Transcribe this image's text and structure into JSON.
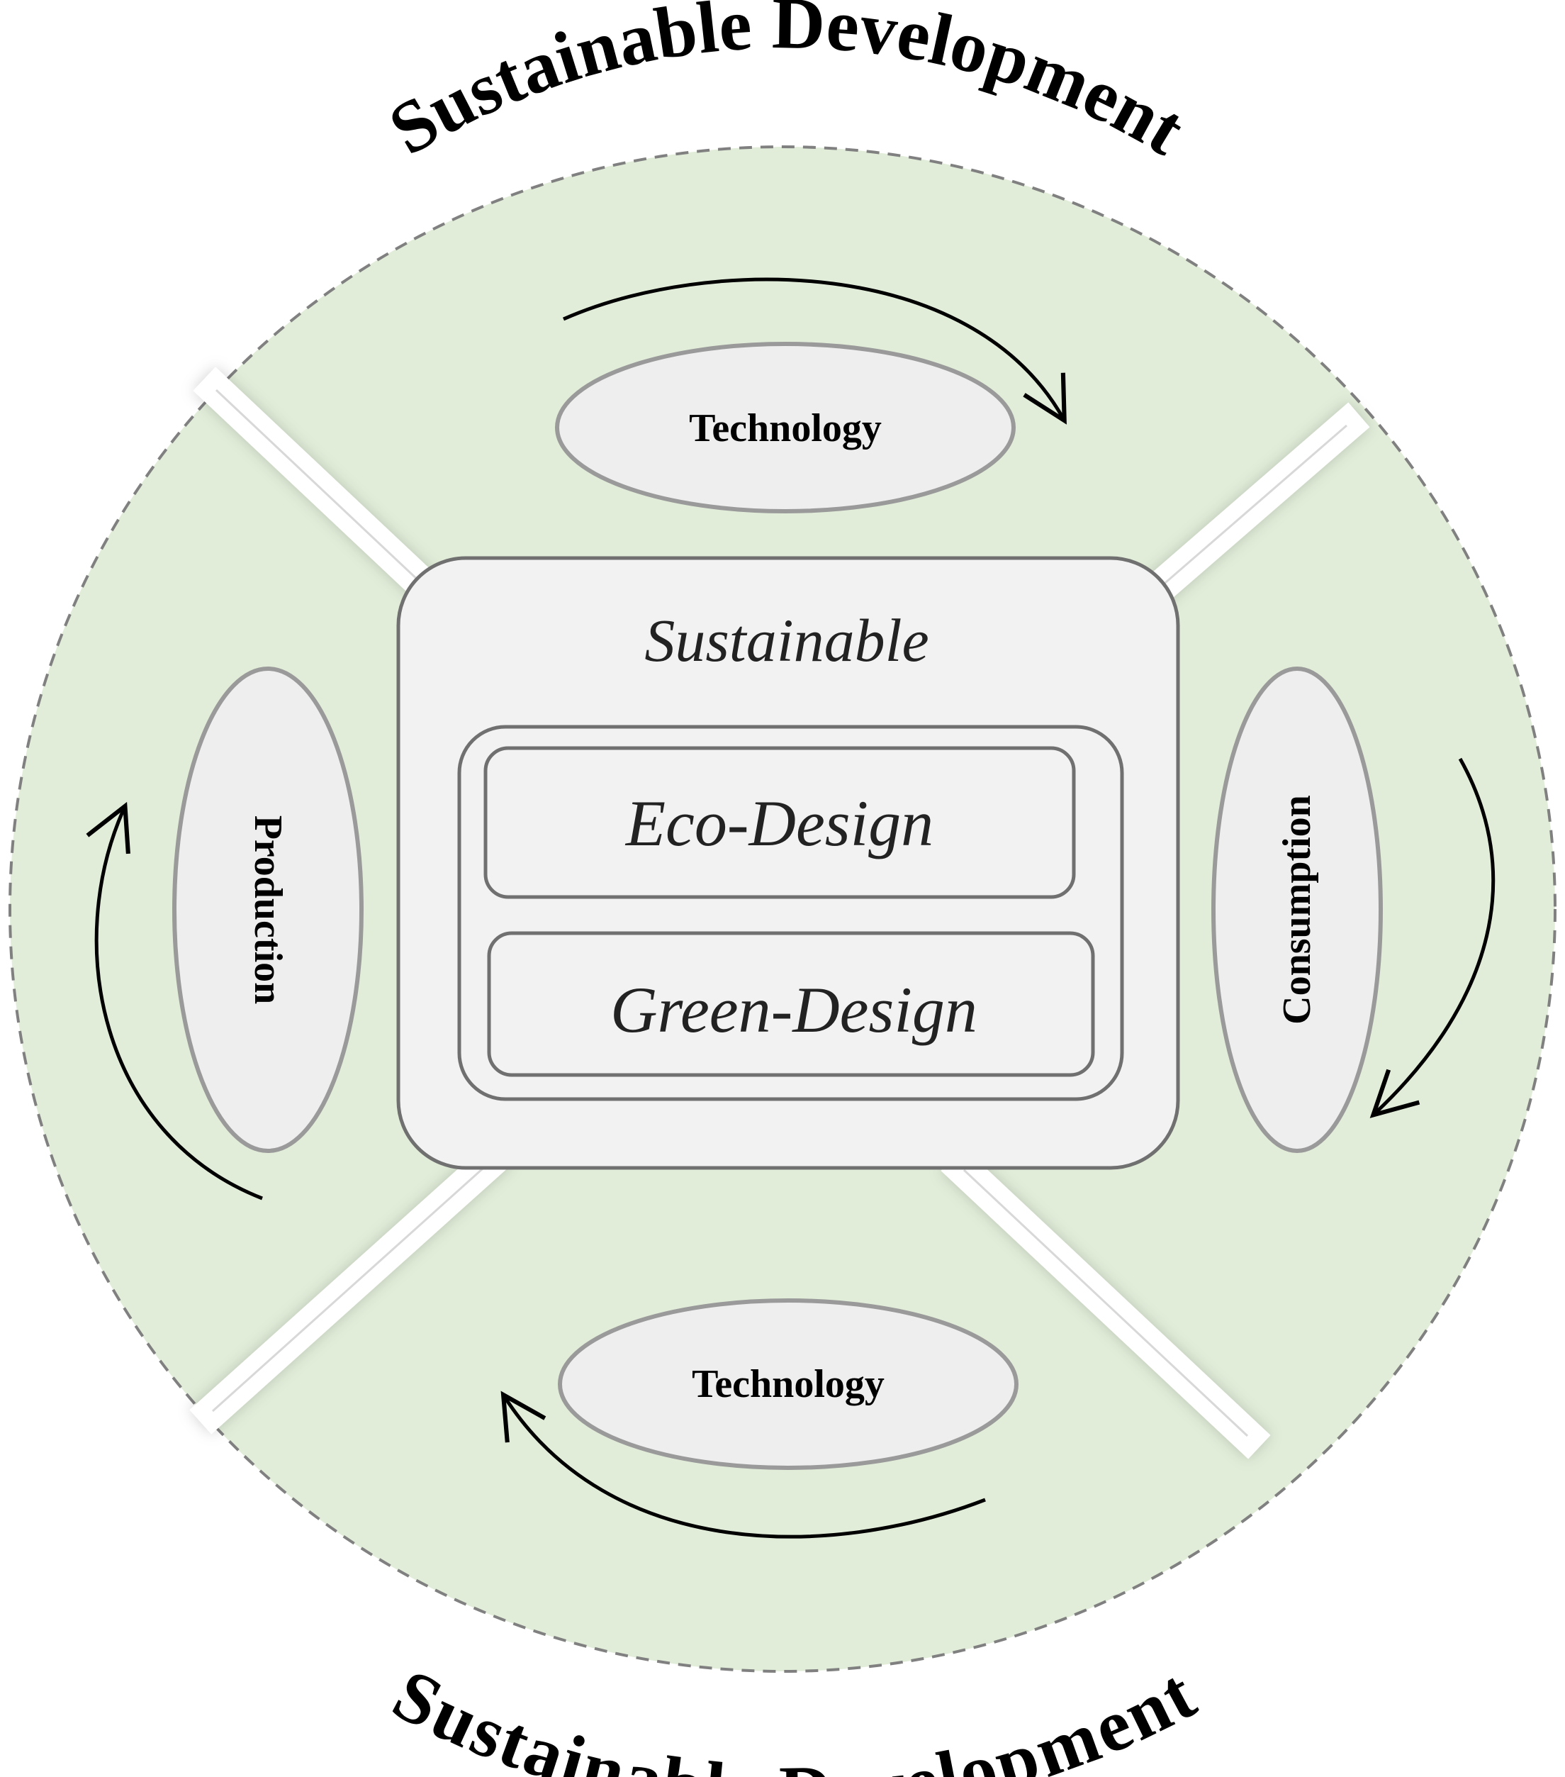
{
  "diagram": {
    "outer_ring": {
      "top_label": "Sustainable Development",
      "bottom_label": "Sustainable Development"
    },
    "ovals": {
      "top": "Technology",
      "bottom": "Technology",
      "left": "Production",
      "right": "Consumption"
    },
    "center": {
      "title": "Sustainable",
      "inner_top": "Eco-Design",
      "inner_bottom": "Green-Design"
    },
    "colors": {
      "ring_fill": "#e1edd9",
      "ring_border": "#808080",
      "oval_fill": "#eeeeee",
      "oval_border": "#9a9a9a",
      "center_fill": "#f2f2f2",
      "box_border": "#707070",
      "arrow": "#000000"
    }
  }
}
